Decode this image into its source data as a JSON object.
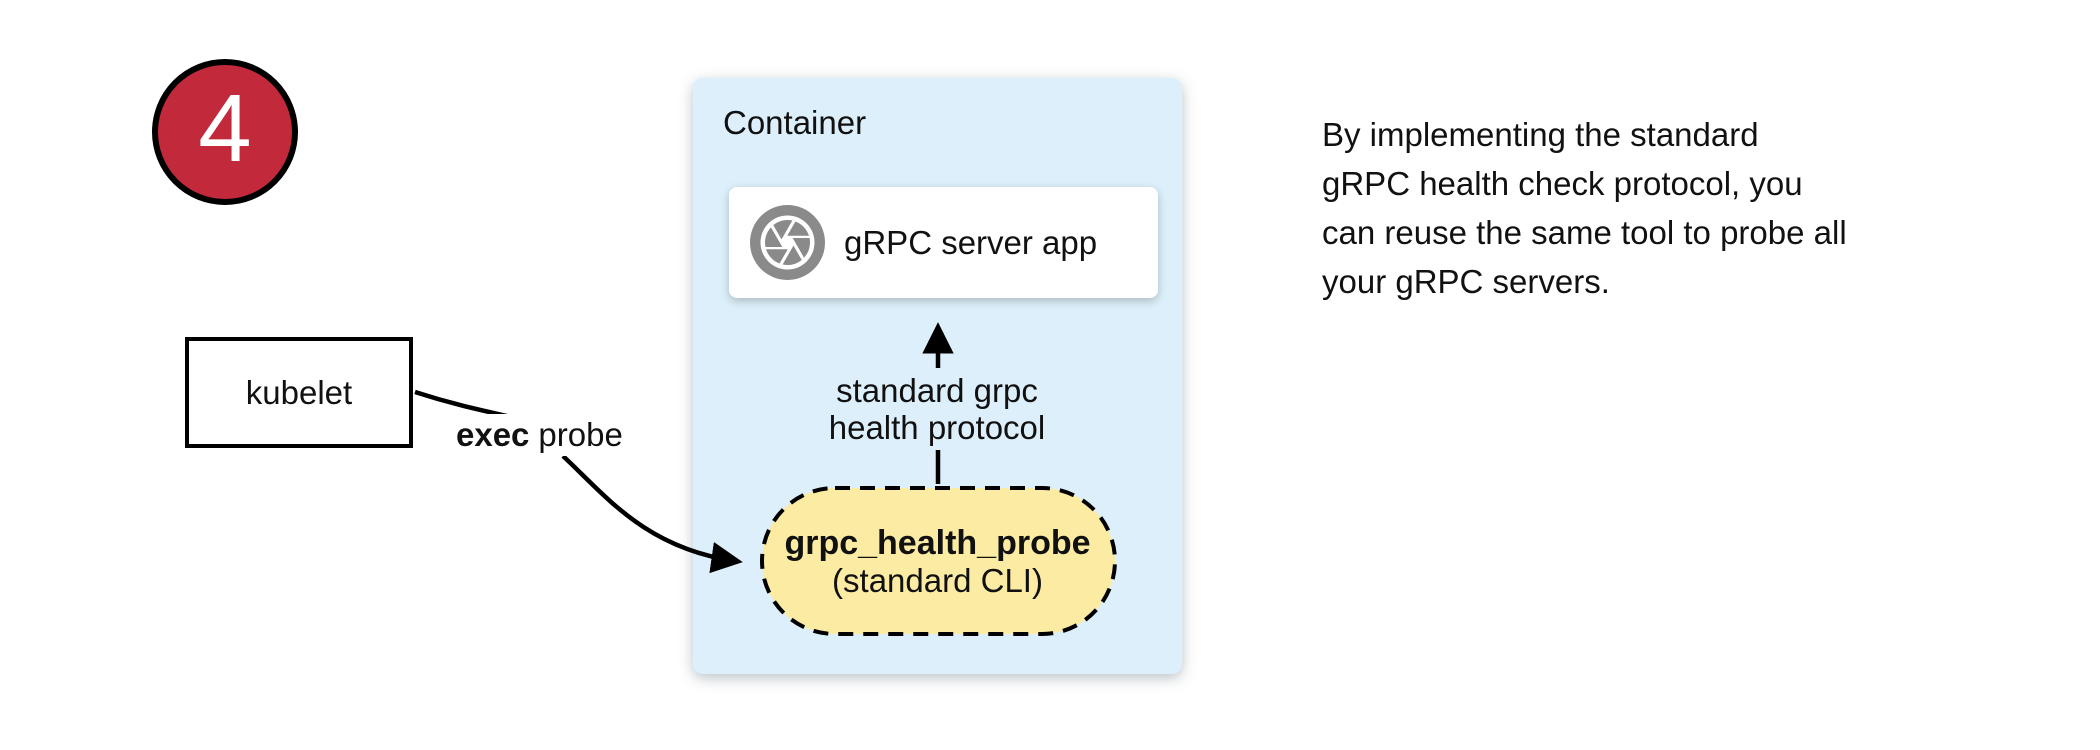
{
  "badge": {
    "number": "4"
  },
  "kubelet": {
    "label": "kubelet"
  },
  "exec_probe": {
    "bold": "exec",
    "rest": "probe"
  },
  "container": {
    "title": "Container",
    "server_box": {
      "label": "gRPC server app",
      "icon": "aperture-icon"
    },
    "protocol_label": {
      "line1": "standard grpc",
      "line2": "health protocol"
    },
    "probe_pill": {
      "name": "grpc_health_probe",
      "sub": "(standard CLI)"
    }
  },
  "note": {
    "lines": [
      "By implementing the standard",
      "gRPC health check protocol, you",
      "can reuse the same tool to probe all",
      "your gRPC servers."
    ]
  },
  "colors": {
    "badge_red": "#C2293B",
    "container_blue": "#DCEFFA",
    "pill_yellow": "#FCEBA3",
    "icon_gray": "#8A8A8A",
    "line_black": "#000000"
  }
}
